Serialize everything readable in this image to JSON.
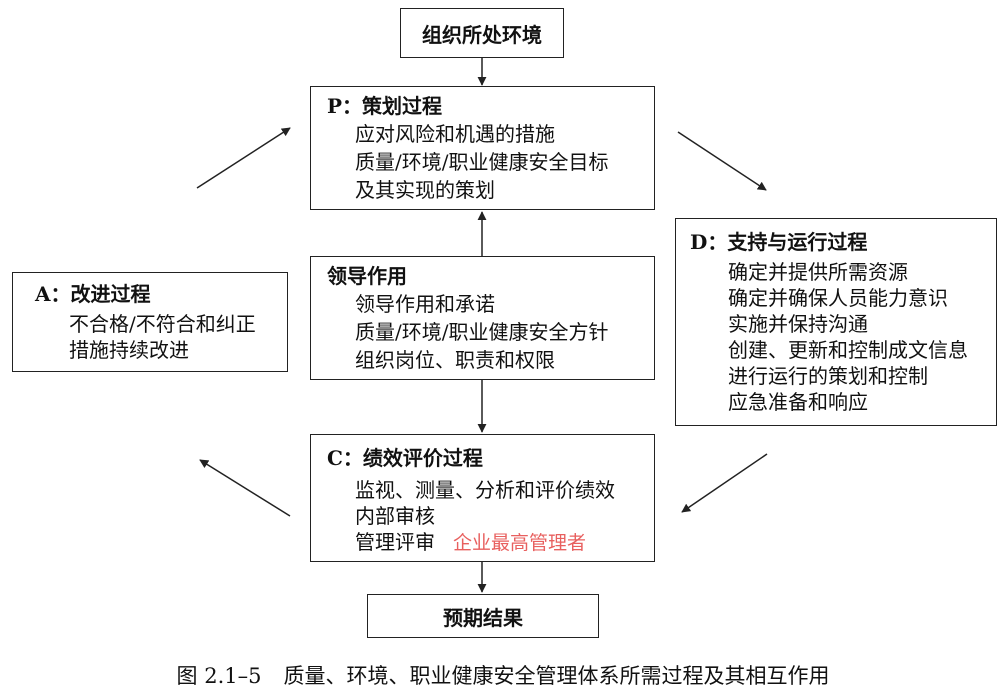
{
  "context_box": {
    "label": "组织所处环境"
  },
  "plan_box": {
    "title": "P：策划过程",
    "items": [
      "应对风险和机遇的措施",
      "质量/环境/职业健康安全目标",
      "及其实现的策划"
    ]
  },
  "leadership_box": {
    "title": "领导作用",
    "items": [
      "领导作用和承诺",
      "质量/环境/职业健康安全方针",
      "组织岗位、职责和权限"
    ]
  },
  "do_box": {
    "title": "D：支持与运行过程",
    "items": [
      "确定并提供所需资源",
      "确定并确保人员能力意识",
      "实施并保持沟通",
      "创建、更新和控制成文信息",
      "进行运行的策划和控制",
      "应急准备和响应"
    ]
  },
  "act_box": {
    "title": "A：改进过程",
    "items": [
      "不合格/不符合和纠正",
      "措施持续改进"
    ]
  },
  "check_box": {
    "title": "C：绩效评价过程",
    "items": [
      "监视、测量、分析和评价绩效",
      "内部审核",
      "管理评审"
    ],
    "annotation": "企业最高管理者"
  },
  "result_box": {
    "label": "预期结果"
  },
  "caption": {
    "number": "图 2.1–5",
    "text": "质量、环境、职业健康安全管理体系所需过程及其相互作用"
  }
}
